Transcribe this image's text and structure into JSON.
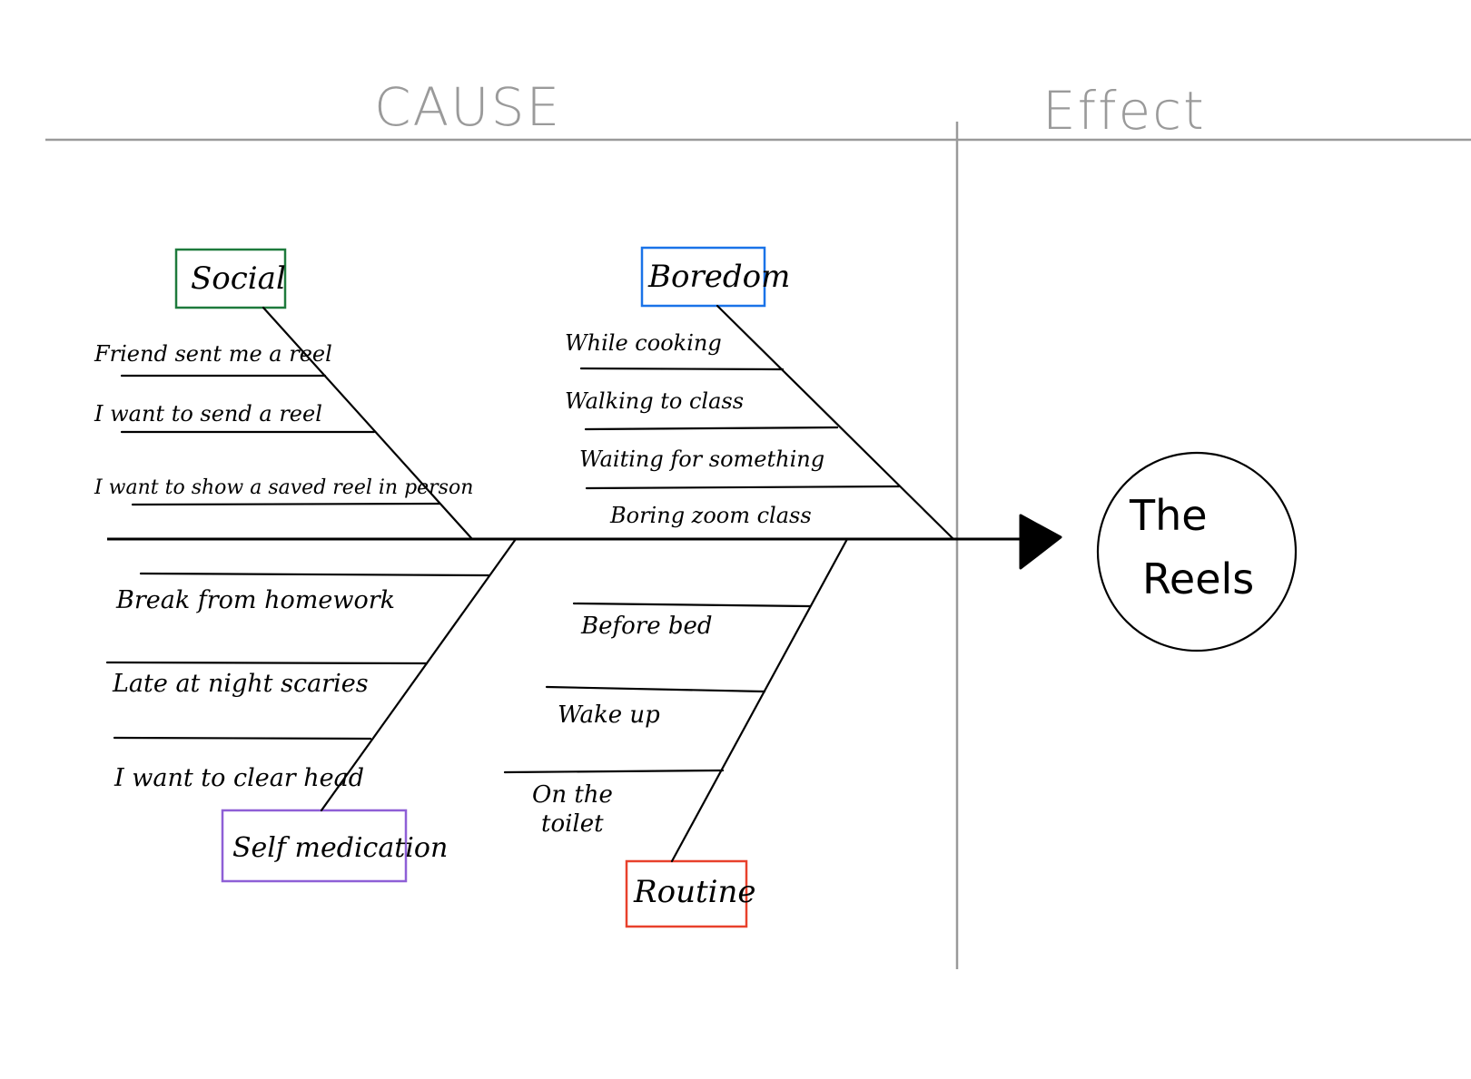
{
  "headers": {
    "cause": "CAUSE",
    "effect": "Effect"
  },
  "effect": {
    "label_line1": "The",
    "label_line2": "Reels"
  },
  "categories": {
    "social": {
      "label": "Social",
      "color": "#1e7a3c",
      "causes": [
        "Friend sent me a reel",
        "I want to send a reel",
        "I want to show a saved reel in person"
      ]
    },
    "boredom": {
      "label": "Boredom",
      "color": "#1a73e8",
      "causes": [
        "While cooking",
        "Walking to class",
        "Waiting for something",
        "Boring zoom class"
      ]
    },
    "self_medication": {
      "label": "Self medication",
      "color": "#8e5fd6",
      "causes": [
        "Break from homework",
        "Late at night scaries",
        "I want to clear head"
      ]
    },
    "routine": {
      "label": "Routine",
      "color": "#e8412c",
      "causes": [
        "Before bed",
        "Wake up",
        "On the toilet"
      ]
    }
  }
}
